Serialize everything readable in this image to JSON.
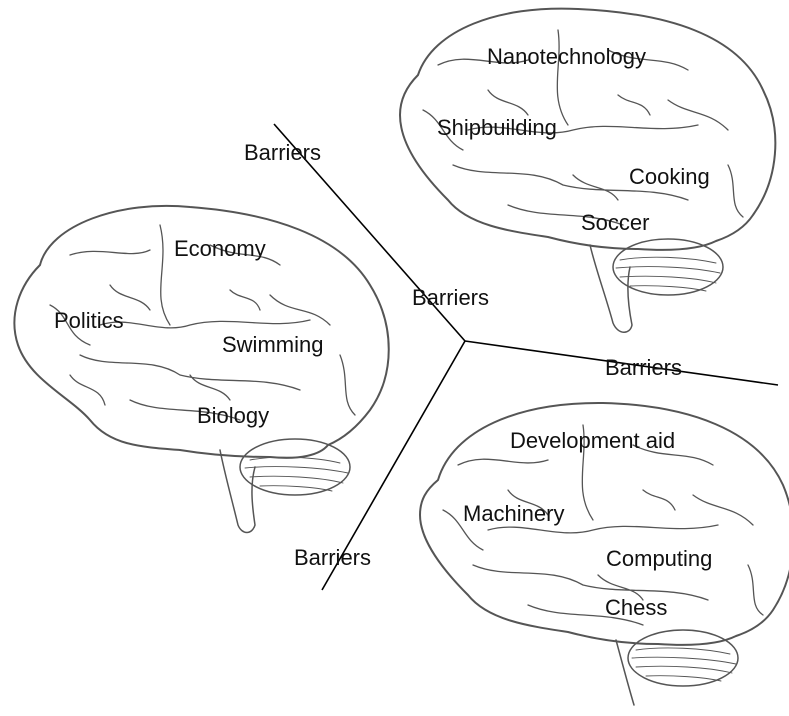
{
  "brains": [
    {
      "id": "left",
      "topics": [
        "Economy",
        "Politics",
        "Swimming",
        "Biology"
      ]
    },
    {
      "id": "top-right",
      "topics": [
        "Nanotechnology",
        "Shipbuilding",
        "Cooking",
        "Soccer"
      ]
    },
    {
      "id": "bottom-right",
      "topics": [
        "Development aid",
        "Machinery",
        "Computing",
        "Chess"
      ]
    }
  ],
  "barriers": [
    "Barriers",
    "Barriers",
    "Barriers",
    "Barriers"
  ]
}
